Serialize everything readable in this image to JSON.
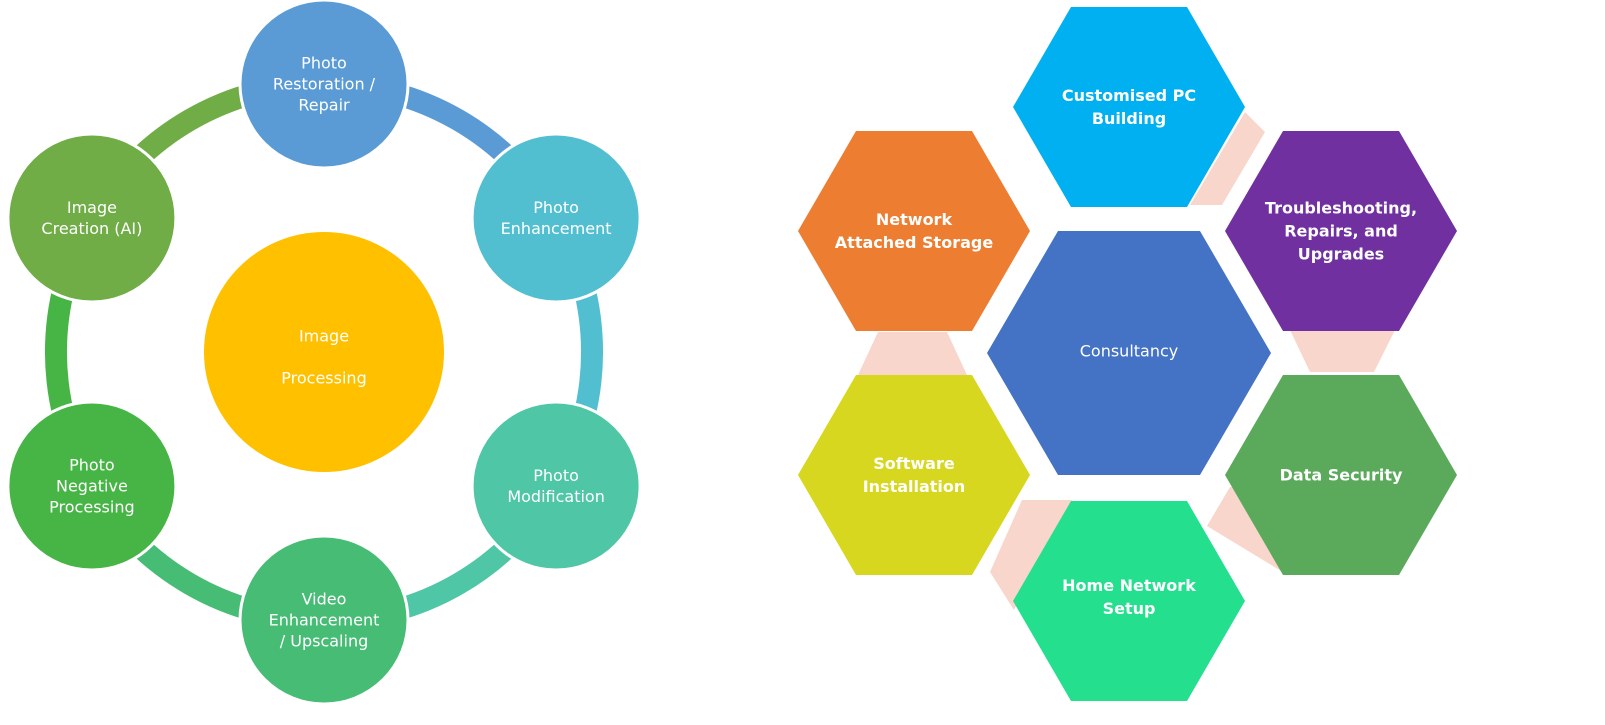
{
  "cycle_diagram": {
    "center": {
      "lines": [
        "Image",
        "Processing"
      ],
      "color": "#FFC000"
    },
    "nodes": [
      {
        "lines": [
          "Photo",
          "Restoration /",
          "Repair"
        ],
        "color": "#5B9BD5"
      },
      {
        "lines": [
          "Photo",
          "Enhancement"
        ],
        "color": "#52BFD0"
      },
      {
        "lines": [
          "Photo",
          "Modification"
        ],
        "color": "#4FC6A6"
      },
      {
        "lines": [
          "Video",
          "Enhancement",
          "/ Upscaling"
        ],
        "color": "#47BC75"
      },
      {
        "lines": [
          "Photo",
          "Negative",
          "Processing"
        ],
        "color": "#47B545"
      },
      {
        "lines": [
          "Image",
          "Creation (AI)"
        ],
        "color": "#70AD47"
      }
    ],
    "ring_colors": [
      "#5B9BD5",
      "#52BFD0",
      "#4FC6A6",
      "#47BC75",
      "#47B545",
      "#70AD47"
    ]
  },
  "hex_diagram": {
    "center": {
      "lines": [
        "Consultancy"
      ],
      "color": "#4472C4"
    },
    "items": [
      {
        "lines": [
          "Customised PC",
          "Building"
        ],
        "color": "#00B0F0"
      },
      {
        "lines": [
          "Troubleshooting,",
          "Repairs, and",
          "Upgrades"
        ],
        "color": "#7030A0"
      },
      {
        "lines": [
          "Data Security"
        ],
        "color": "#5BAA5C"
      },
      {
        "lines": [
          "Home Network",
          "Setup"
        ],
        "color": "#24E08E"
      },
      {
        "lines": [
          "Software",
          "Installation"
        ],
        "color": "#D7D71F"
      },
      {
        "lines": [
          "Network",
          "Attached Storage"
        ],
        "color": "#ED7D31"
      }
    ],
    "connector_color": "#F8D6CC"
  }
}
